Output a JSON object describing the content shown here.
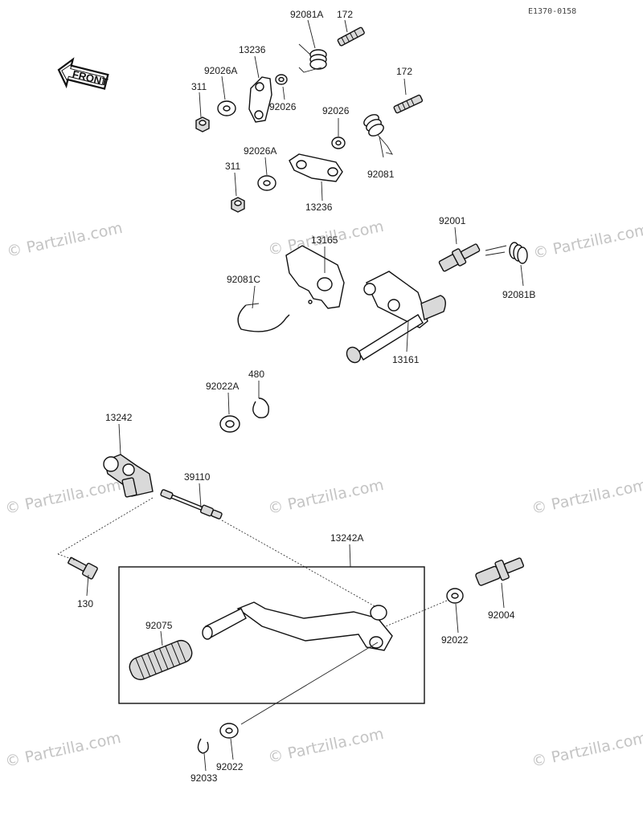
{
  "ref_code": "E1370-0158",
  "front_label": "FRONT",
  "watermark": "© Partzilla.com",
  "parts": [
    {
      "id": "p-92081A",
      "label": "92081A"
    },
    {
      "id": "p-172-a",
      "label": "172"
    },
    {
      "id": "p-13236-a",
      "label": "13236"
    },
    {
      "id": "p-92026A-a",
      "label": "92026A"
    },
    {
      "id": "p-311-a",
      "label": "311"
    },
    {
      "id": "p-92026-a",
      "label": "92026"
    },
    {
      "id": "p-172-b",
      "label": "172"
    },
    {
      "id": "p-92026-b",
      "label": "92026"
    },
    {
      "id": "p-92081",
      "label": "92081"
    },
    {
      "id": "p-92026A-b",
      "label": "92026A"
    },
    {
      "id": "p-311-b",
      "label": "311"
    },
    {
      "id": "p-13236-b",
      "label": "13236"
    },
    {
      "id": "p-92001",
      "label": "92001"
    },
    {
      "id": "p-13165",
      "label": "13165"
    },
    {
      "id": "p-92081C",
      "label": "92081C"
    },
    {
      "id": "p-92081B",
      "label": "92081B"
    },
    {
      "id": "p-13161",
      "label": "13161"
    },
    {
      "id": "p-480",
      "label": "480"
    },
    {
      "id": "p-92022A",
      "label": "92022A"
    },
    {
      "id": "p-13242",
      "label": "13242"
    },
    {
      "id": "p-39110",
      "label": "39110"
    },
    {
      "id": "p-13242A",
      "label": "13242A"
    },
    {
      "id": "p-130",
      "label": "130"
    },
    {
      "id": "p-92075",
      "label": "92075"
    },
    {
      "id": "p-92004",
      "label": "92004"
    },
    {
      "id": "p-92022-a",
      "label": "92022"
    },
    {
      "id": "p-92022-b",
      "label": "92022"
    },
    {
      "id": "p-92033",
      "label": "92033"
    }
  ]
}
